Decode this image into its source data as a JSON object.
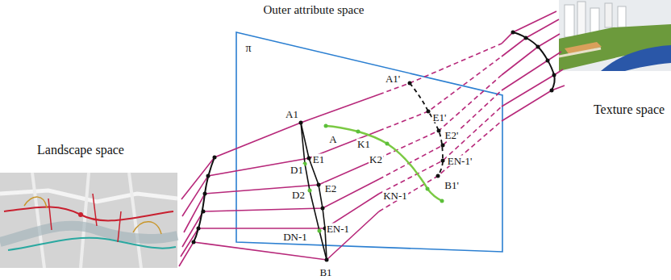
{
  "diagram": {
    "labels": [
      "Outer attribute space",
      "π",
      "Landscape space",
      "Texture space",
      "A1",
      "A",
      "K1",
      "K2",
      "KN-1",
      "D1",
      "E1",
      "D2",
      "E2",
      "DN-1",
      "EN-1",
      "B1",
      "A1'",
      "E1'",
      "E2'",
      "EN-1'",
      "B1'"
    ]
  }
}
